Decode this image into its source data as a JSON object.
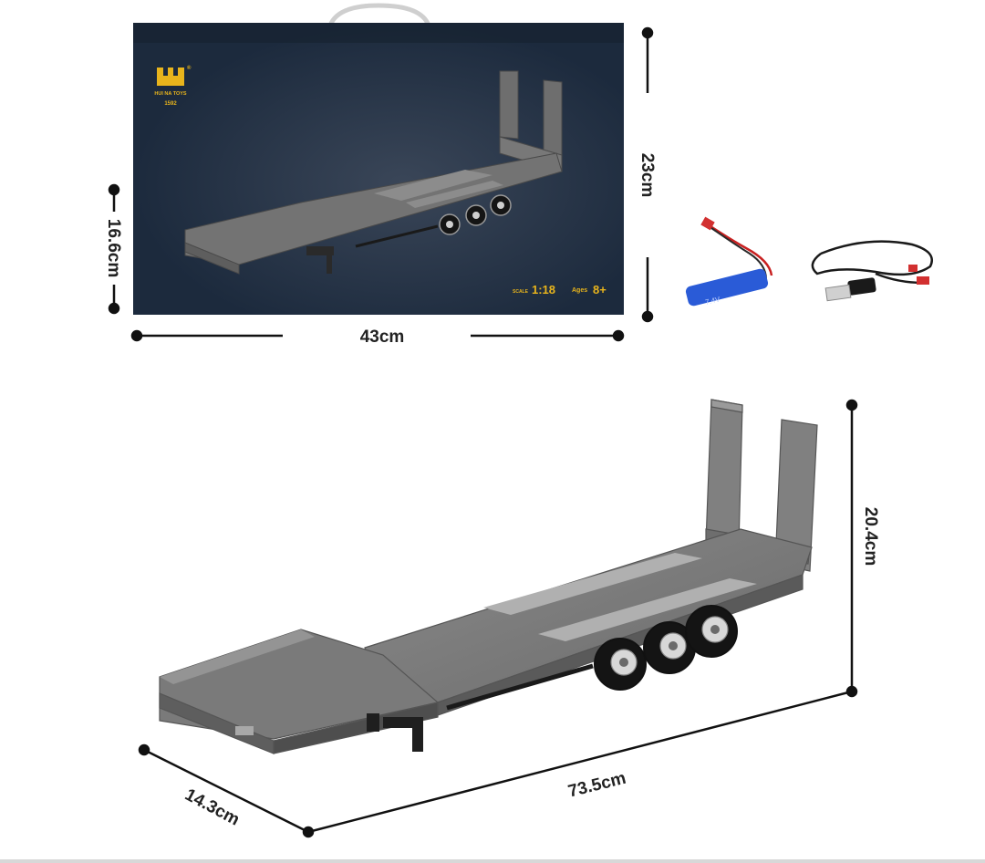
{
  "box": {
    "brand": "HUI NA TOYS",
    "model": "1592",
    "scale_label": "SCALE",
    "scale_value": "1:18",
    "ages_label": "Ages",
    "ages_value": "8+"
  },
  "dimensions": {
    "box_width": "43cm",
    "box_height": "23cm",
    "box_depth": "16.6cm",
    "trailer_length": "73.5cm",
    "trailer_width": "14.3cm",
    "trailer_height": "20.4cm"
  },
  "accessories": [
    "battery-pack",
    "usb-charging-cable"
  ],
  "colors": {
    "box_background": "#1c2a3d",
    "box_text": "#e8b41c",
    "trailer": "#6f6f6f",
    "battery": "#2a5bd7"
  }
}
